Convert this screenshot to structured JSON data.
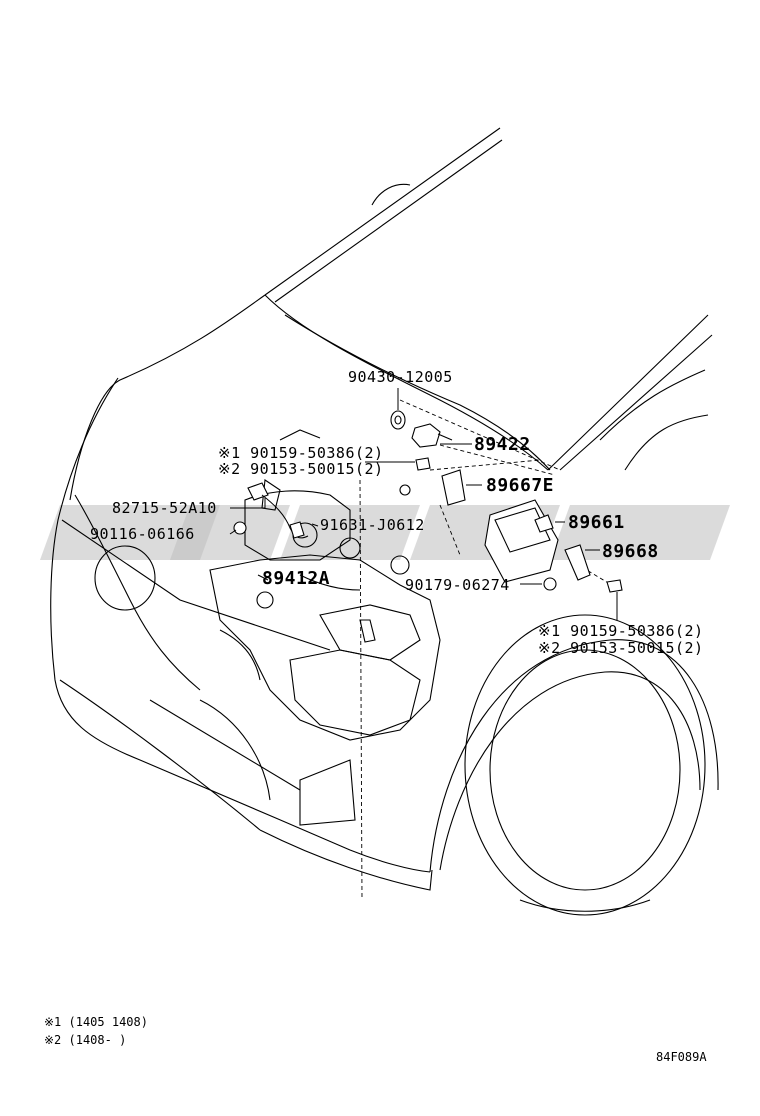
{
  "diagram": {
    "callouts": [
      {
        "id": "c1",
        "text": "90430-12005",
        "style": "lbl"
      },
      {
        "id": "c2",
        "text": "89422",
        "style": "lbl-big"
      },
      {
        "id": "c3",
        "text": "※1 90159-50386(2)",
        "style": "lbl"
      },
      {
        "id": "c4",
        "text": "※2 90153-50015(2)",
        "style": "lbl"
      },
      {
        "id": "c5",
        "text": "89667E",
        "style": "lbl-big"
      },
      {
        "id": "c6",
        "text": "82715-52A10",
        "style": "lbl"
      },
      {
        "id": "c7",
        "text": "91631-J0612",
        "style": "lbl"
      },
      {
        "id": "c8",
        "text": "89661",
        "style": "lbl-big"
      },
      {
        "id": "c9",
        "text": "90116-06166",
        "style": "lbl"
      },
      {
        "id": "c10",
        "text": "89668",
        "style": "lbl-big"
      },
      {
        "id": "c11",
        "text": "89412A",
        "style": "lbl-big"
      },
      {
        "id": "c12",
        "text": "90179-06274",
        "style": "lbl"
      },
      {
        "id": "c13",
        "text": "※1 90159-50386(2)",
        "style": "lbl"
      },
      {
        "id": "c14",
        "text": "※2 90153-50015(2)",
        "style": "lbl"
      }
    ],
    "notes": [
      {
        "id": "n1",
        "text": "※1 (1405 1408)"
      },
      {
        "id": "n2",
        "text": "※2 (1408-     )"
      }
    ],
    "drawing_code": "84F089A"
  }
}
